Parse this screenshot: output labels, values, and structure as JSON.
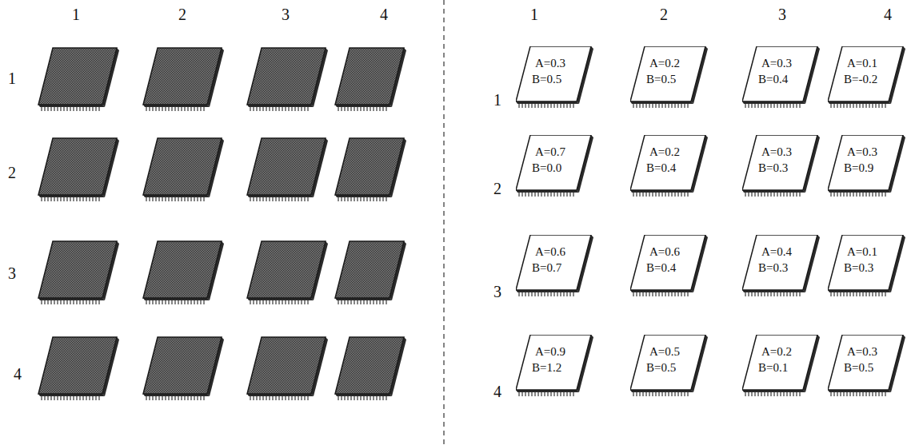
{
  "diagram": {
    "nodes": [
      {
        "text": [
          "A=0.3",
          "B=0.5"
        ]
      },
      {
        "text": [
          "A=0.2",
          "B=0.5"
        ]
      },
      {
        "text": [
          "A=0.3",
          "B=0.4"
        ]
      },
      {
        "text": [
          "A=0.1",
          "B=-0.2"
        ]
      },
      {
        "text": [
          "A=0.7",
          "B=0.0"
        ]
      },
      {
        "text": [
          "A=0.2",
          "B=0.4"
        ]
      },
      {
        "text": [
          "A=0.3",
          "B=0.3"
        ]
      },
      {
        "text": [
          "A=0.3",
          "B=0.9"
        ]
      },
      {
        "text": [
          "A=0.6",
          "B=0.7"
        ]
      },
      {
        "text": [
          "A=0.6",
          "B=0.4"
        ]
      },
      {
        "text": [
          "A=0.4",
          "B=0.3"
        ]
      },
      {
        "text": [
          "A=0.1",
          "B=0.3"
        ]
      },
      {
        "text": [
          "A=0.9",
          "B=1.2"
        ]
      },
      {
        "text": [
          "A=0.5",
          "B=0.5"
        ]
      },
      {
        "text": [
          "A=0.2",
          "B=0.1"
        ]
      },
      {
        "text": [
          "A=0.3",
          "B=0.5"
        ]
      }
    ],
    "labels": [
      "1",
      "2",
      "3",
      "4",
      "1",
      "2",
      "3",
      "4",
      "1",
      "2",
      "3",
      "4",
      "1",
      "2",
      "3",
      "4"
    ]
  }
}
